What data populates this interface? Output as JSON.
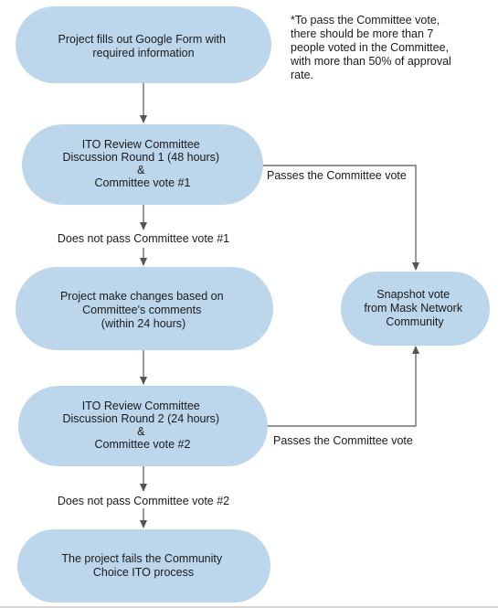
{
  "note": {
    "lines": [
      "*To pass the Committee vote,",
      "there should be more than 7",
      "people voted in the Committee,",
      "with more than 50% of approval",
      "rate."
    ]
  },
  "nodes": {
    "google_form": {
      "lines": [
        "Project fills out Google Form with",
        "required information"
      ]
    },
    "round1": {
      "lines": [
        "ITO Review Committee",
        "Discussion Round 1 (48 hours)",
        "&",
        "Committee vote #1"
      ]
    },
    "changes": {
      "lines": [
        "Project make changes based on",
        "Committee's comments",
        "(within 24 hours)"
      ]
    },
    "round2": {
      "lines": [
        "ITO Review Committee",
        "Discussion Round 2 (24 hours)",
        "&",
        "Committee vote #2"
      ]
    },
    "fails": {
      "lines": [
        "The project fails the Community",
        "Choice ITO process"
      ]
    },
    "snapshot": {
      "lines": [
        "Snapshot vote",
        "from Mask Network",
        "Community"
      ]
    }
  },
  "edges": {
    "not_pass_1": "Does not pass Committee vote #1",
    "not_pass_2": "Does not pass Committee vote #2",
    "passes_1": "Passes the Committee vote",
    "passes_2": "Passes the Committee vote"
  },
  "colors": {
    "node_fill": "#bcd7ec",
    "edge": "#555555",
    "text": "#1a1a1a"
  }
}
